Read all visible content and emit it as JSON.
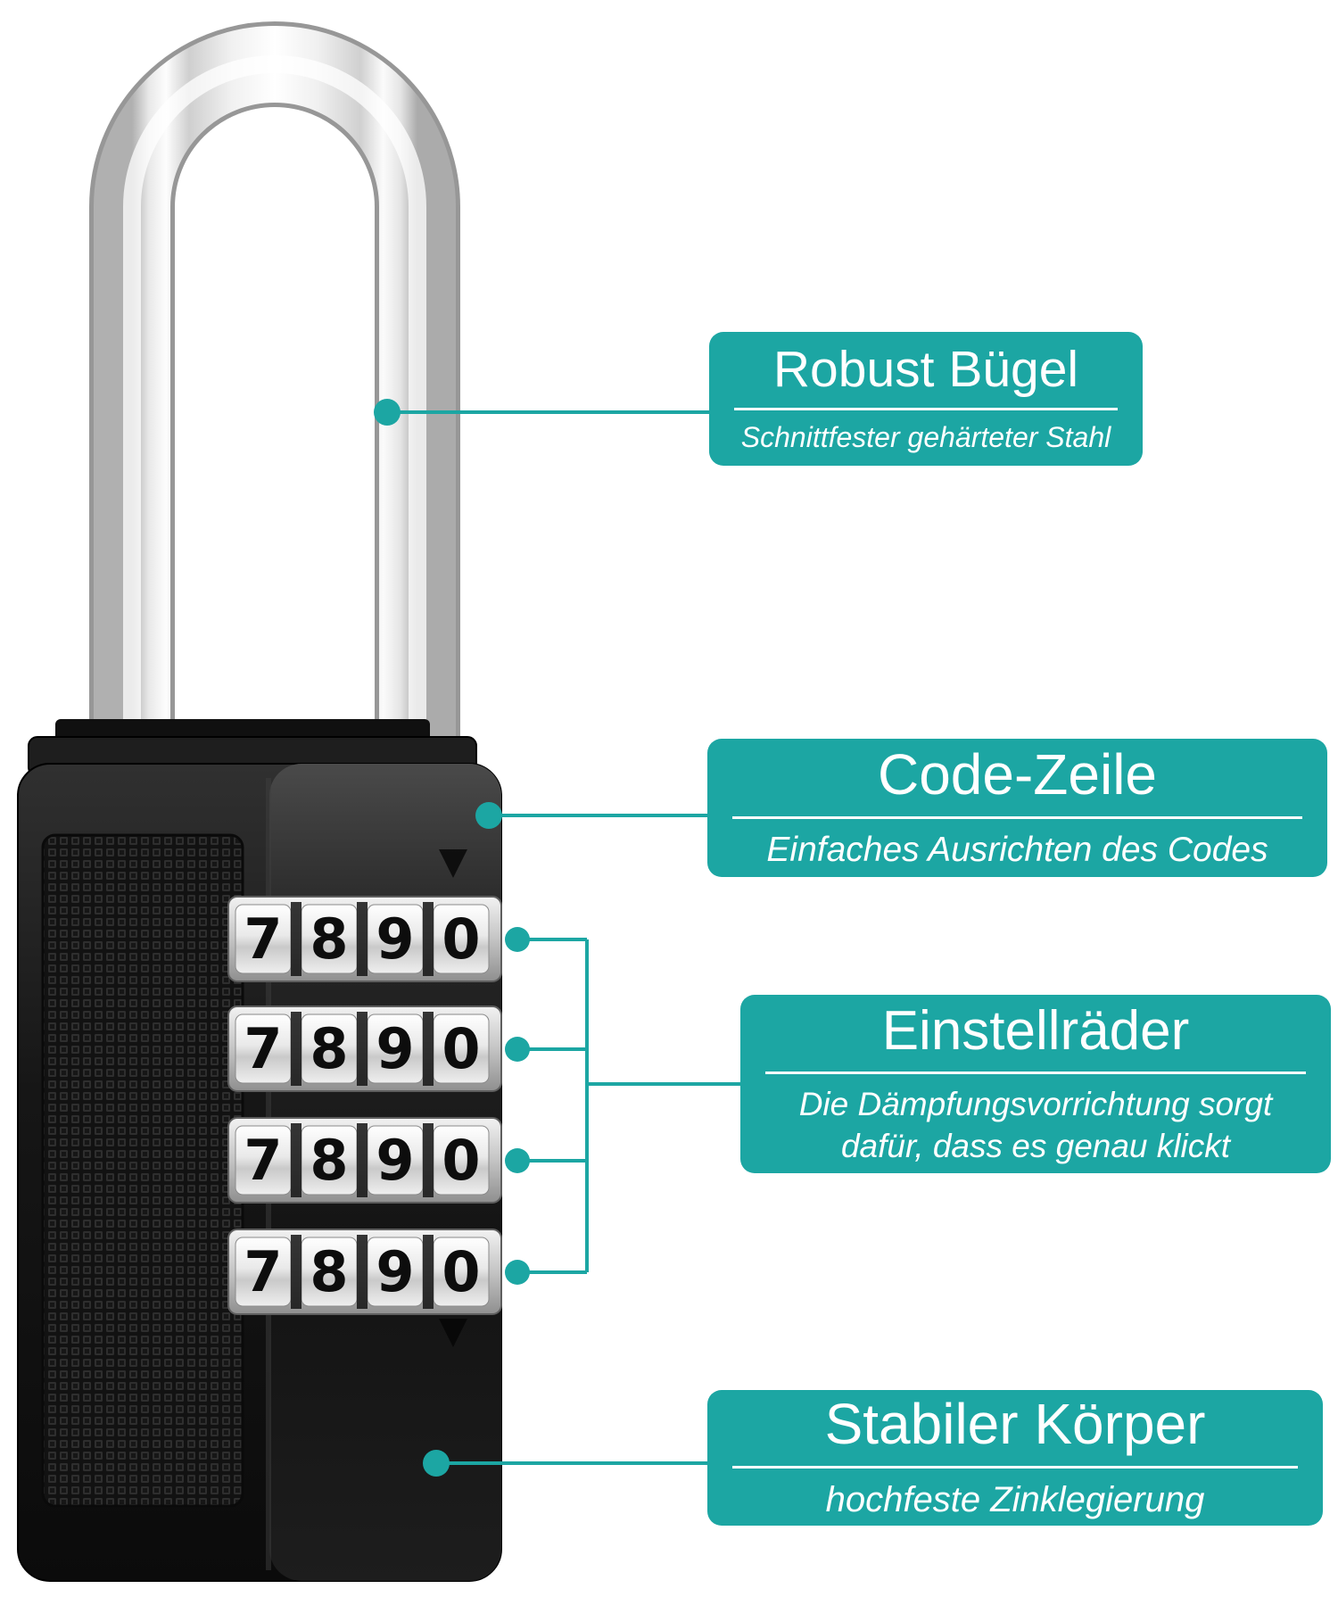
{
  "product_diagram": {
    "background_color": "#ffffff",
    "accent_color": "#1CA6A3",
    "callouts": [
      {
        "title": "Robust Bügel",
        "subtitle": "Schnittfester gehärteter Stahl"
      },
      {
        "title": "Code-Zeile",
        "subtitle": "Einfaches Ausrichten des Codes"
      },
      {
        "title": "Einstellräder",
        "subtitle": "Die Dämpfungsvorrichtung sorgt dafür, dass es genau klickt"
      },
      {
        "title": "Stabiler Körper",
        "subtitle": "hochfeste Zinklegierung"
      }
    ],
    "padlock": {
      "dial_rows": [
        {
          "digits": [
            "7",
            "8",
            "9",
            "0"
          ]
        },
        {
          "digits": [
            "7",
            "8",
            "9",
            "0"
          ]
        },
        {
          "digits": [
            "7",
            "8",
            "9",
            "0"
          ]
        },
        {
          "digits": [
            "7",
            "8",
            "9",
            "0"
          ]
        }
      ]
    }
  }
}
